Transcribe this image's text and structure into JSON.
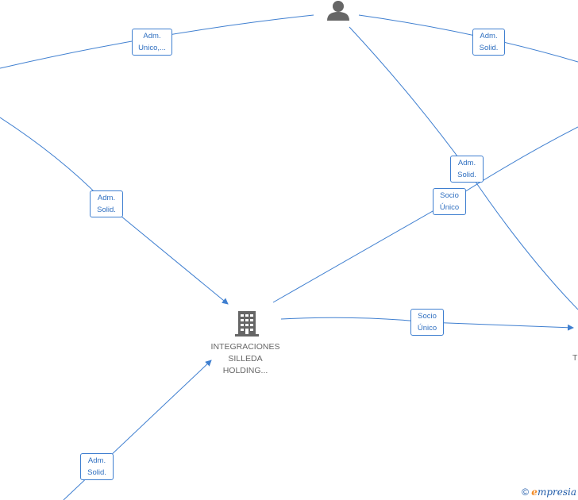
{
  "company": {
    "name_lines": [
      "INTEGRACIONES",
      "SILLEDA",
      "HOLDING..."
    ],
    "icon": "building-icon"
  },
  "person": {
    "icon": "person-icon"
  },
  "offscreen_label": "T",
  "relations": [
    {
      "id": "adm-unico",
      "lines": [
        "Adm.",
        "Unico,..."
      ]
    },
    {
      "id": "adm-solid-top-right",
      "lines": [
        "Adm.",
        "Solid."
      ]
    },
    {
      "id": "adm-solid-left",
      "lines": [
        "Adm.",
        "Solid."
      ]
    },
    {
      "id": "adm-solid-mid",
      "lines": [
        "Adm.",
        "Solid."
      ]
    },
    {
      "id": "socio-unico-mid",
      "lines": [
        "Socio",
        "Único"
      ]
    },
    {
      "id": "socio-unico-right",
      "lines": [
        "Socio",
        "Único"
      ]
    },
    {
      "id": "adm-solid-bottom",
      "lines": [
        "Adm.",
        "Solid."
      ]
    }
  ],
  "watermark": {
    "copyright": "©",
    "brand_initial": "e",
    "brand_rest": "mpresia"
  },
  "colors": {
    "edge": "#3f7fd0",
    "node_icon": "#666666",
    "brand_accent": "#f28c28"
  }
}
